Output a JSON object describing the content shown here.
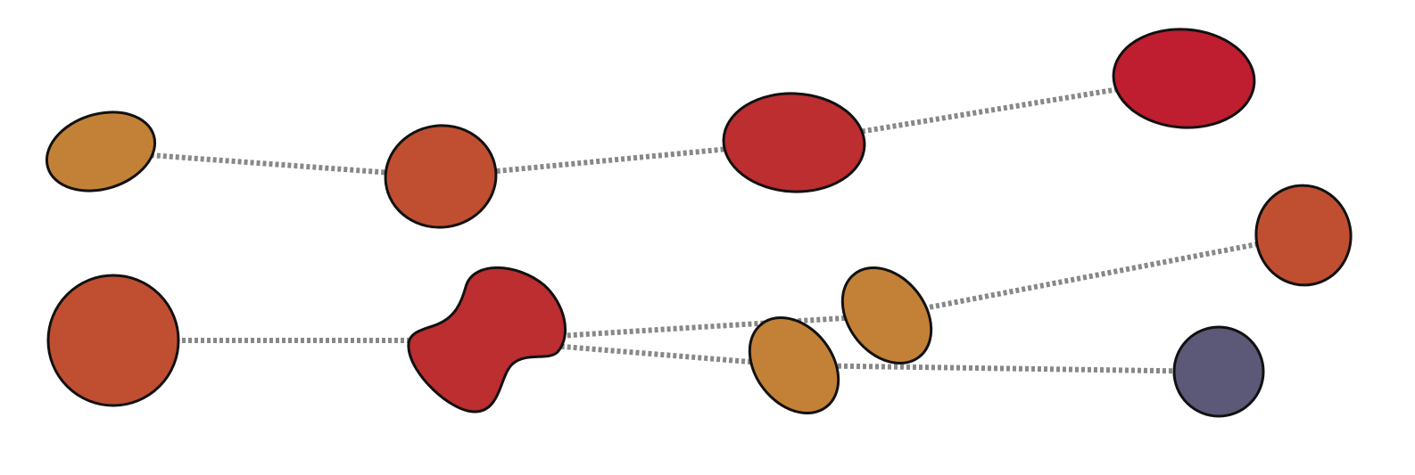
{
  "colors": {
    "background": "#ffffff",
    "edge": "#888888",
    "outline": "#111111",
    "palette": {
      "ochre": "#c38137",
      "rust": "#c04f31",
      "crimson": "#bc2e30",
      "red": "#be1e2f",
      "slate": "#5b5977"
    }
  },
  "nodes": [
    {
      "id": "n1",
      "shape": "ellipse",
      "color": "ochre"
    },
    {
      "id": "n2",
      "shape": "ellipse",
      "color": "rust"
    },
    {
      "id": "n3",
      "shape": "ellipse",
      "color": "crimson"
    },
    {
      "id": "n4",
      "shape": "ellipse",
      "color": "red"
    },
    {
      "id": "n5",
      "shape": "ellipse",
      "color": "rust"
    },
    {
      "id": "n6",
      "shape": "blob",
      "color": "crimson"
    },
    {
      "id": "n7",
      "shape": "ellipse",
      "color": "ochre"
    },
    {
      "id": "n8",
      "shape": "ellipse",
      "color": "ochre"
    },
    {
      "id": "n9",
      "shape": "ellipse",
      "color": "rust"
    },
    {
      "id": "n10",
      "shape": "ellipse",
      "color": "slate"
    }
  ],
  "edges": [
    {
      "from": "n1",
      "to": "n2"
    },
    {
      "from": "n2",
      "to": "n3"
    },
    {
      "from": "n3",
      "to": "n4"
    },
    {
      "from": "n5",
      "to": "n6"
    },
    {
      "from": "n6",
      "to": "n7"
    },
    {
      "from": "n6",
      "to": "n8"
    },
    {
      "from": "n7",
      "to": "n9"
    },
    {
      "from": "n8",
      "to": "n10"
    }
  ]
}
